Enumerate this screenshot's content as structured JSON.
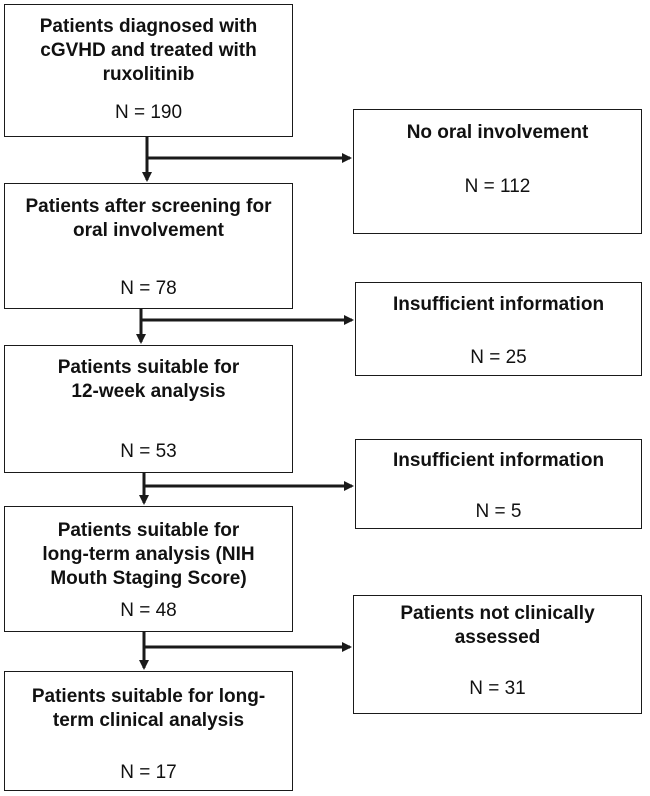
{
  "main_boxes": [
    {
      "title": "Patients diagnosed with\ncGVHD and treated with\nruxolitinib",
      "count": "N = 190"
    },
    {
      "title": "Patients after screening for\noral involvement",
      "count": "N = 78"
    },
    {
      "title": "Patients suitable for\n12-week analysis",
      "count": "N = 53"
    },
    {
      "title": "Patients suitable for\nlong-term analysis (NIH\nMouth Staging Score)",
      "count": "N = 48"
    },
    {
      "title": "Patients suitable for long-\nterm clinical analysis",
      "count": "N = 17"
    }
  ],
  "exclusion_boxes": [
    {
      "title": "No oral involvement",
      "count": "N = 112"
    },
    {
      "title": "Insufficient information",
      "count": "N = 25"
    },
    {
      "title": "Insufficient information",
      "count": "N = 5"
    },
    {
      "title": "Patients not clinically\nassessed",
      "count": "N = 31"
    }
  ],
  "colors": {
    "line": "#1a1a1a",
    "background": "#ffffff"
  }
}
